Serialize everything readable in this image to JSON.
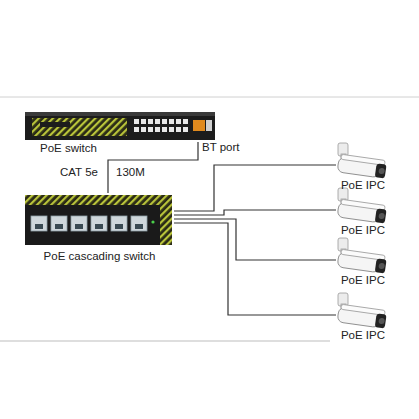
{
  "diagram": {
    "nodes": [
      {
        "text": [
          "PoE switch"
        ]
      },
      {
        "text": [
          "PoE cascading switch"
        ]
      },
      {
        "text": [
          "PoE IPC"
        ]
      },
      {
        "text": [
          "PoE IPC"
        ]
      },
      {
        "text": [
          "PoE IPC"
        ]
      },
      {
        "text": [
          "PoE IPC"
        ]
      }
    ],
    "edges": [
      {
        "from": 0,
        "to": 1,
        "arrow": "none"
      },
      {
        "from": 1,
        "to": 2,
        "arrow": "none"
      },
      {
        "from": 1,
        "to": 3,
        "arrow": "none"
      },
      {
        "from": 1,
        "to": 4,
        "arrow": "none"
      },
      {
        "from": 1,
        "to": 5,
        "arrow": "none"
      }
    ],
    "labels": [
      "BT port",
      "CAT 5e",
      "130M"
    ]
  }
}
